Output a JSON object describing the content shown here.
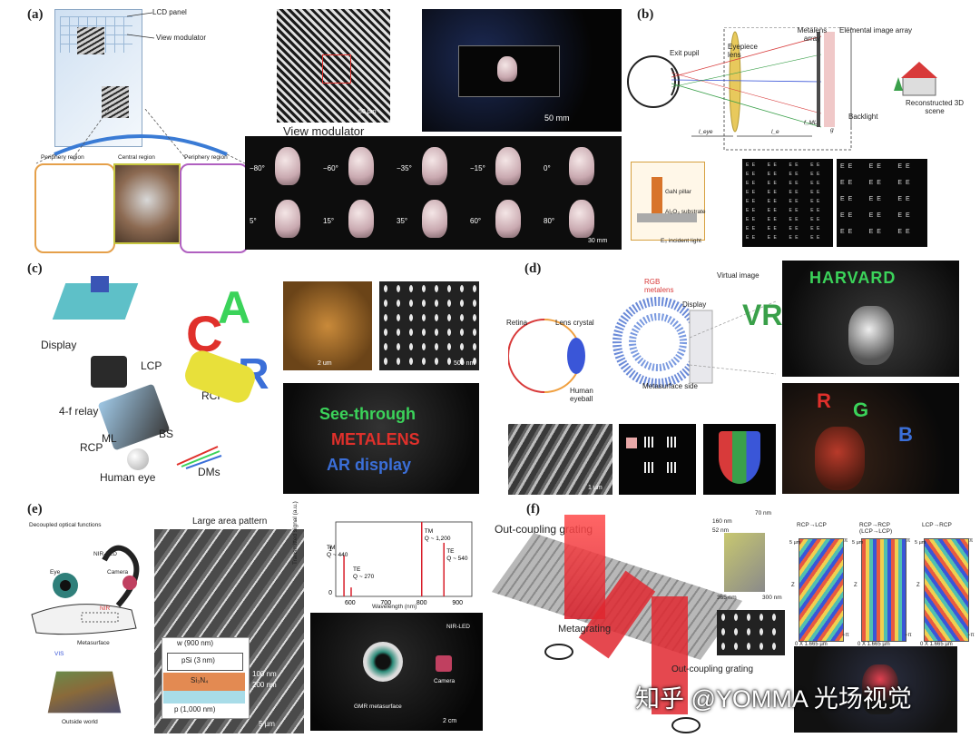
{
  "panels": {
    "a": {
      "label": "(a)",
      "lcd_panel": "LCD panel",
      "view_modulator_arrow": "View modulator",
      "periphery_left": "Periphery region",
      "central": "Central region",
      "periphery_right": "Periphery region",
      "view_modulator_caption": "View modulator",
      "scale_sem": "50 µm",
      "scale_photo": "50 mm",
      "scale_angles": "30 mm",
      "angles_row1": [
        "−80°",
        "−60°",
        "−35°",
        "−15°",
        "0°"
      ],
      "angles_row2": [
        "5°",
        "15°",
        "35°",
        "60°",
        "80°"
      ]
    },
    "b": {
      "label": "(b)",
      "exit_pupil": "Exit pupil",
      "eyepiece_lens": "Eyepiece lens",
      "metalens_array": "Metalens array",
      "elemental_image_array": "Elemental image array",
      "reconstructed": "Reconstructed 3D scene",
      "backlight": "Backlight",
      "l_eye": "l_eye",
      "l_e": "l_e",
      "f_ml": "f_ML",
      "g": "g",
      "gan_pillar": "GaN pillar",
      "substrate": "Al₂O₃ substrate",
      "incident": "E₀ incident light",
      "ee_text": "E E"
    },
    "c": {
      "label": "(c)",
      "display": "Display",
      "lcp": "LCP",
      "relay": "4-f relay",
      "ml": "ML",
      "bs": "BS",
      "rcp_right": "RCP",
      "rcp_left": "RCP",
      "human_eye": "Human eye",
      "dms": "DMs",
      "letters": [
        "C",
        "A",
        "R"
      ],
      "scale_2um": "2 um",
      "scale_500": "500 nm",
      "ar_line1": "See-through",
      "ar_line2": "METALENS",
      "ar_line3": "AR display"
    },
    "d": {
      "label": "(d)",
      "rgb_metalens": "RGB metalens",
      "display": "Display",
      "virtual_image": "Virtual image",
      "retina": "Retina",
      "lens_crystal": "Lens crystal",
      "vr": "VR",
      "human_eyeball": "Human eyeball",
      "metasurface_side": "Metasurface side",
      "harvard": "HARVARD",
      "rgb_letters": [
        "R",
        "G",
        "B"
      ],
      "scale_1um": "1 µm"
    },
    "e": {
      "label": "(e)",
      "decoupled": "Decoupled optical functions",
      "nir_led": "NIR-LED",
      "eye": "Eye",
      "camera": "Camera",
      "nir": "NIR",
      "vis": "VIS",
      "metasurface": "Metasurface",
      "outside_world": "Outside world",
      "large_area": "Large area pattern",
      "w_label": "w (900 nm)",
      "psi": "pSi (3 nm)",
      "si3n4": "Si₃N₄",
      "p_label": "p (1,000 nm)",
      "h100": "100 nm",
      "h200": "200 nm",
      "scale_5um": "5 µm",
      "y_axis": "Transmitted signal (a.u.)",
      "x_axis": "Wavelength (nm)",
      "tm1": "TM",
      "q1": "Q ~ 440",
      "te1": "TE",
      "q2": "Q ~ 270",
      "tm2": "TM",
      "q3": "Q ~ 1,200",
      "te2": "TE",
      "q4": "Q ~ 540",
      "y_ticks": [
        "1",
        "0"
      ],
      "x_ticks": [
        "600",
        "700",
        "800",
        "900"
      ],
      "nir_led_photo": "NIR-LED",
      "camera_photo": "Camera",
      "gmr": "GMR metasurface",
      "scale_2cm": "2 cm"
    },
    "f": {
      "label": "(f)",
      "outcoupling_top": "Out-coupling grating",
      "metagrating": "Metagrating",
      "outcoupling_bottom": "Out-coupling grating",
      "dim70": "70 nm",
      "dim160": "160 nm",
      "dim52": "52 nm",
      "dim_side1": "365 nm",
      "dim_side2": "300 nm",
      "map1": "RCP→LCP",
      "map2_line1": "RCP→RCP",
      "map2_line2": "(LCP→LCP)",
      "map3": "LCP→RCP",
      "scale_5um": "5 µm",
      "x_label": "X",
      "x_end": "1.665 µm",
      "x_zero": "0",
      "z_label": "Z",
      "pi_plus": "π",
      "pi_minus": "−π"
    }
  },
  "watermark": "知乎 @YOMMA 光场视觉",
  "colors": {
    "accent_red": "#e0302b",
    "green": "#3bd35a",
    "blue": "#3b6fd8"
  }
}
